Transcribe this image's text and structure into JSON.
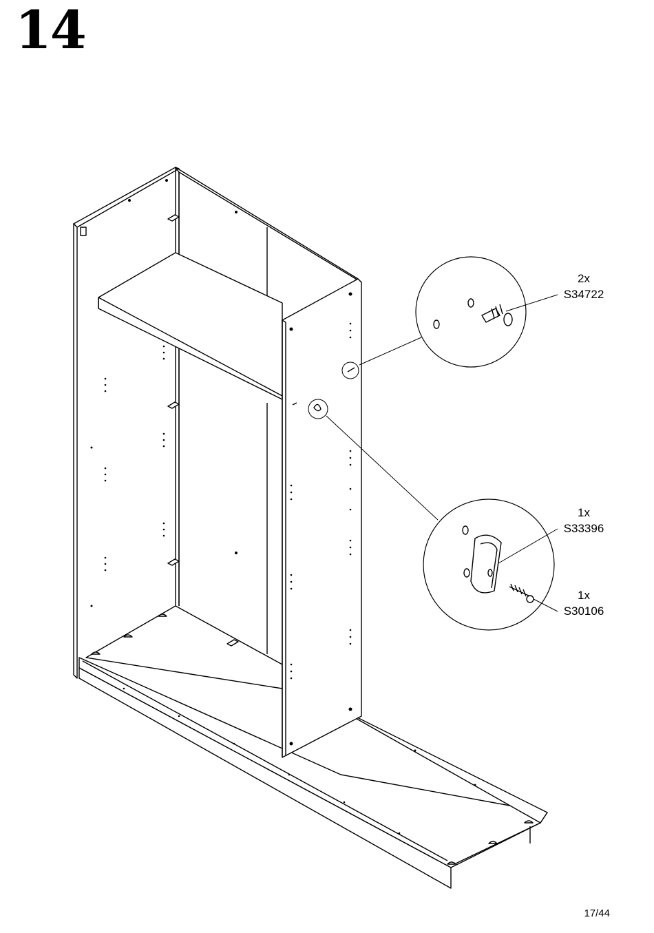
{
  "step": {
    "number": "14"
  },
  "parts": [
    {
      "quantity": "2x",
      "code": "S34722"
    },
    {
      "quantity": "1x",
      "code": "S33396"
    },
    {
      "quantity": "1x",
      "code": "S30106"
    }
  ],
  "footer": {
    "page": "17/44"
  }
}
